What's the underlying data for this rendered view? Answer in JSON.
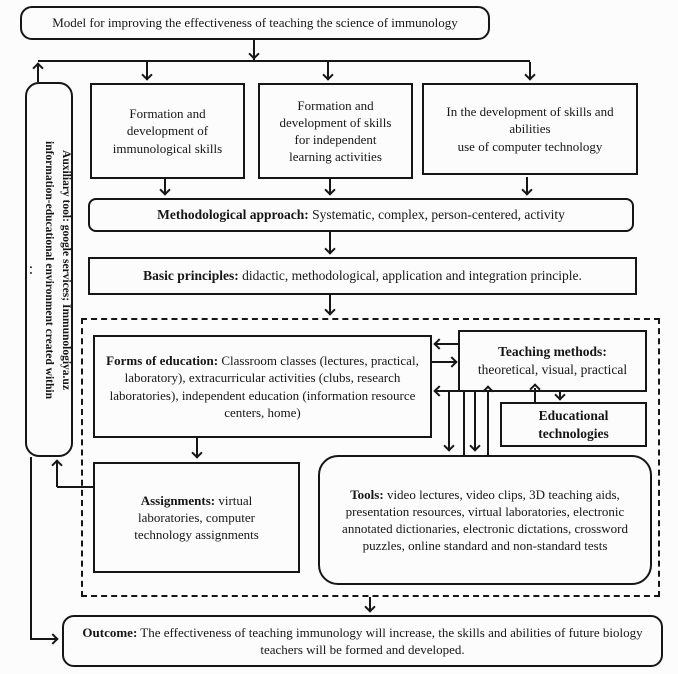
{
  "title": {
    "text": "Model for improving the effectiveness of teaching the science of immunology"
  },
  "sidebar": {
    "line1": "Auxiliary tool: google services; Immunologiya.uz",
    "line2": "information-educational environment created within",
    "line3": ". ."
  },
  "top_boxes": [
    {
      "text": "Formation and\ndevelopment of\nimmunological skills"
    },
    {
      "text": "Formation and\ndevelopment of skills\nfor independent\nlearning activities"
    },
    {
      "text": "In the development of skills and\nabilities\nuse of computer technology"
    }
  ],
  "methodological": {
    "label": "Methodological approach:",
    "text": "Systematic, complex, person-centered, activity"
  },
  "principles": {
    "label": "Basic principles:",
    "text": "didactic, methodological, application and integration principle."
  },
  "forms": {
    "label": "Forms of education:",
    "text": "Classroom classes (lectures, practical, laboratory), extracurricular activities (clubs, research laboratories), independent education (information resource centers, home)"
  },
  "methods": {
    "label": "Teaching methods:",
    "text": "theoretical, visual, practical"
  },
  "technologies": {
    "label": "Educational\ntechnologies"
  },
  "assignments": {
    "label": "Assignments:",
    "text": "virtual laboratories, computer technology assignments"
  },
  "tools": {
    "label": "Tools:",
    "text": "video lectures, video clips, 3D teaching aids, presentation resources, virtual laboratories, electronic annotated dictionaries, electronic dictations, crossword puzzles, online standard and non-standard tests"
  },
  "outcome": {
    "label": "Outcome:",
    "text": "The effectiveness of teaching immunology will increase, the skills and abilities of future biology teachers will be formed and developed."
  },
  "colors": {
    "ink": "#161616",
    "background": "#fcfcfc"
  }
}
